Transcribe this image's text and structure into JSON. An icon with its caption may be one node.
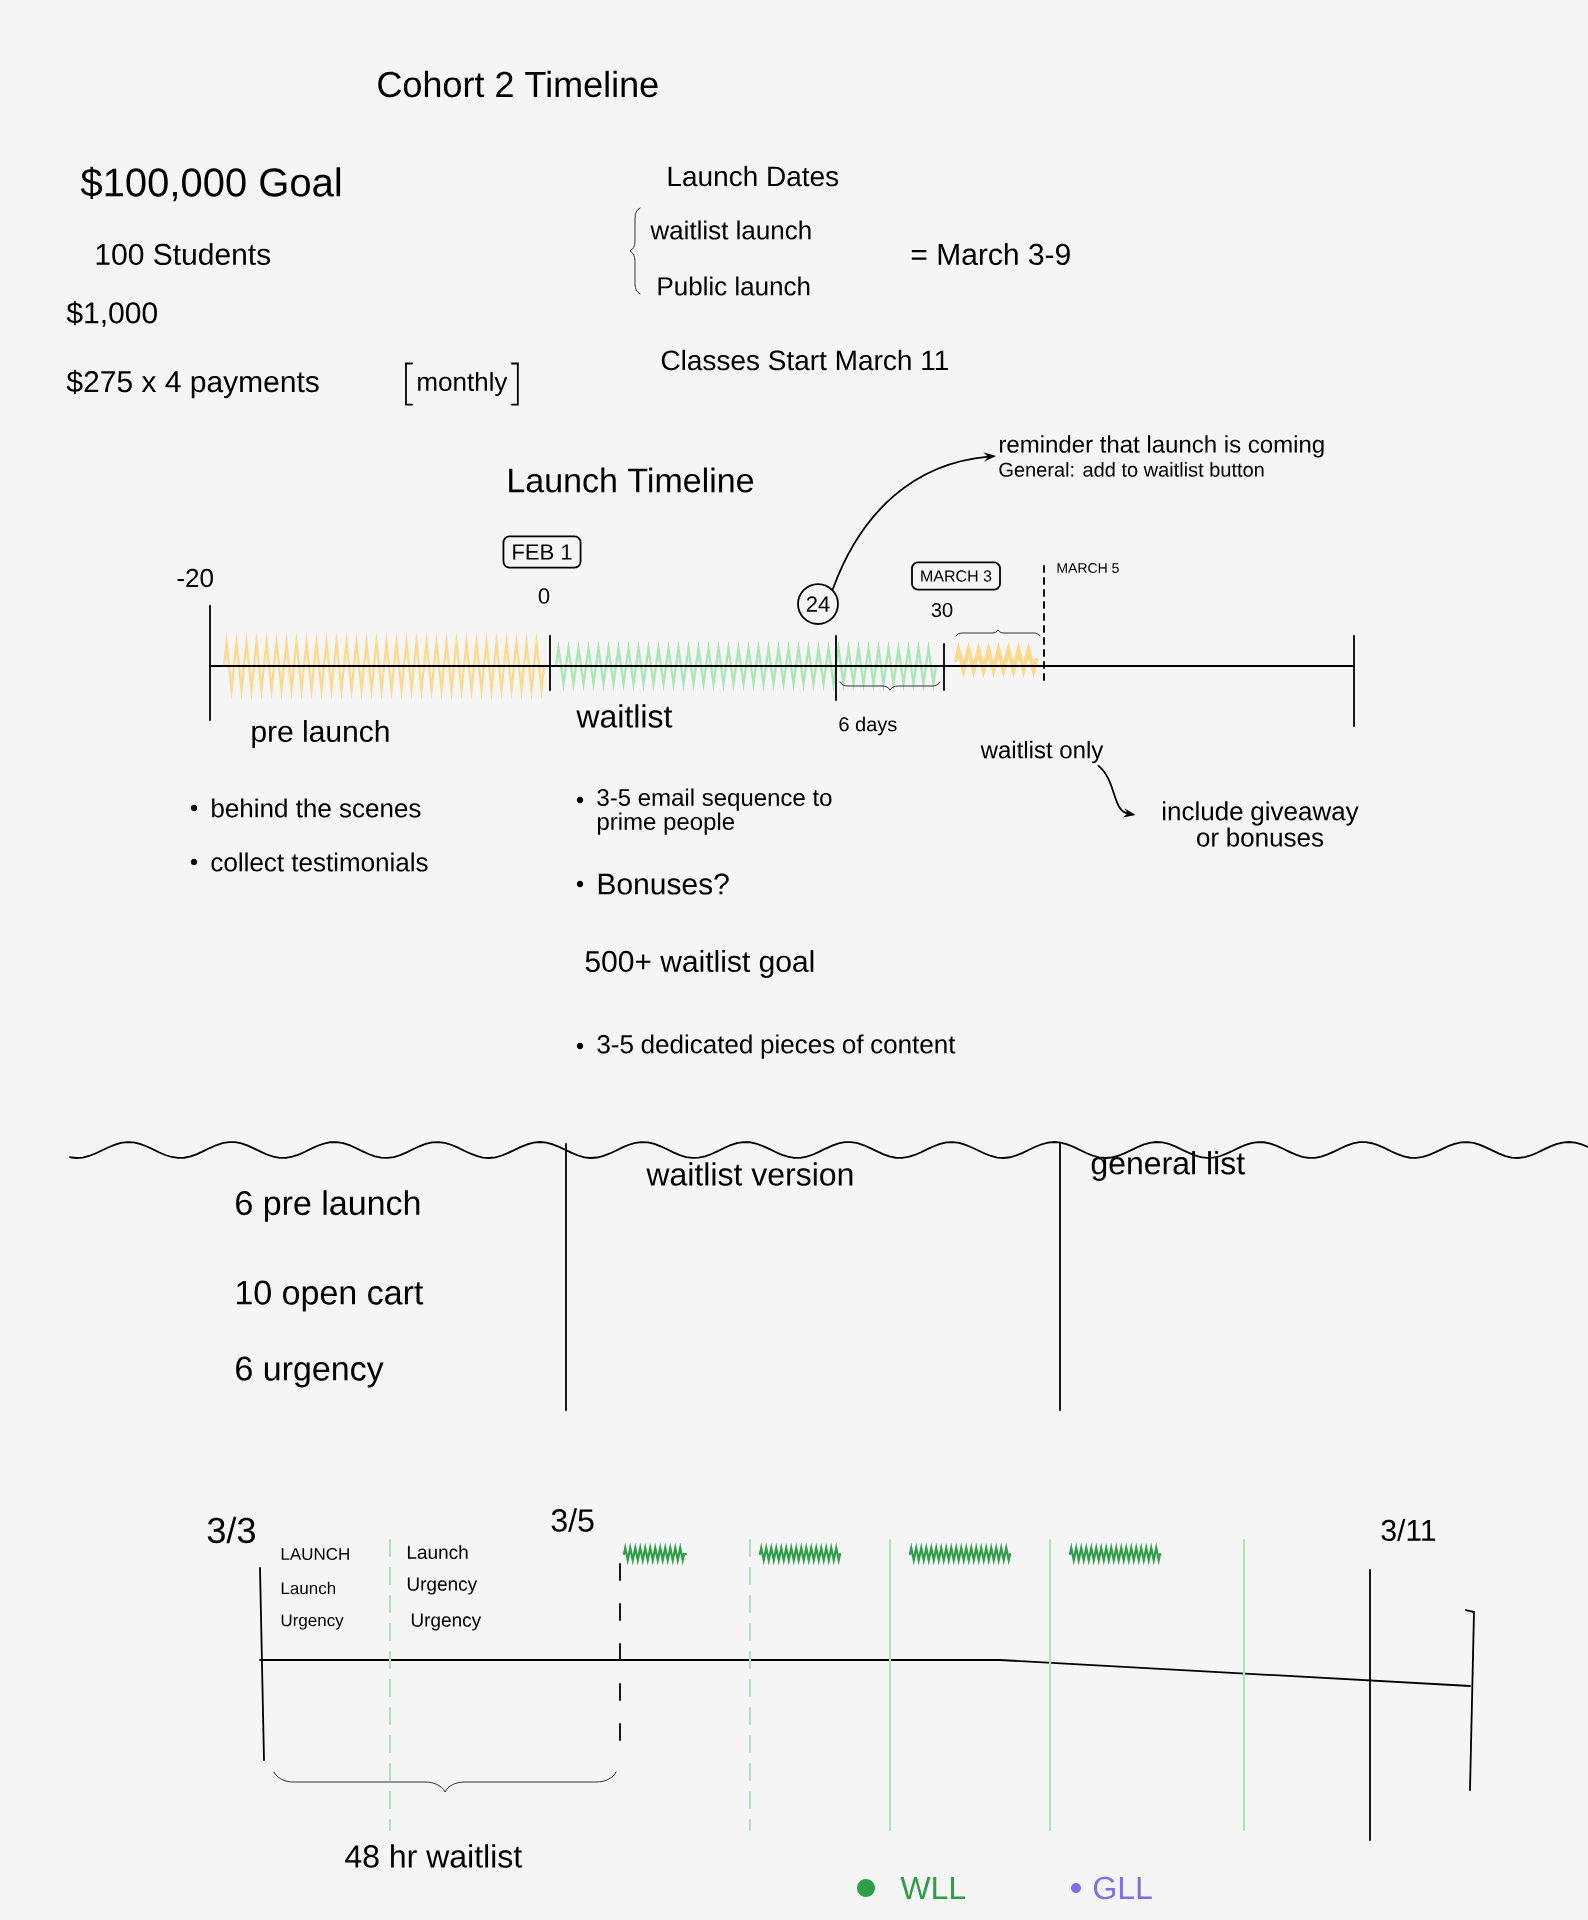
{
  "diagram": {
    "title": "Cohort 2 Timeline",
    "nodes": [
      {
        "text": [
          "FEB 1"
        ]
      },
      {
        "text": [
          "MARCH 3"
        ]
      },
      {
        "text": [
          "24"
        ]
      },
      {
        "text": [
          "reminder that launch is coming",
          "General: add to waitlist button"
        ]
      },
      {
        "text": [
          "waitlist only"
        ]
      },
      {
        "text": [
          "include giveaway or bonuses"
        ]
      }
    ],
    "edges": [
      {
        "from": 2,
        "to": 3,
        "arrow": "to"
      },
      {
        "from": 4,
        "to": 5,
        "arrow": "to"
      }
    ],
    "labels": [
      "$100,000 Goal",
      "100 Students",
      "$1,000",
      "$275 x 4 payments",
      "monthly",
      "Launch Dates",
      "waitlist launch",
      "Public launch",
      "= March 3-9",
      "Classes Start March 11",
      "Launch Timeline",
      "-20",
      "0",
      "30",
      "MARCH 5",
      "pre launch",
      "waitlist",
      "6 days",
      "behind the scenes",
      "collect testimonials",
      "3-5 email sequence to prime people",
      "Bonuses?",
      "500+ waitlist goal",
      "3-5 dedicated pieces of content",
      "6 pre launch",
      "10 open cart",
      "6 urgency",
      "waitlist version",
      "general list",
      "3/3",
      "3/5",
      "3/11",
      "LAUNCH",
      "Launch",
      "Urgency",
      "Launch",
      "Urgency",
      "Urgency",
      "48 hr waitlist"
    ],
    "legend": [
      {
        "text": "WLL",
        "color": "#2e9e48"
      },
      {
        "text": "GLL",
        "color": "#7b6ff0"
      }
    ]
  }
}
